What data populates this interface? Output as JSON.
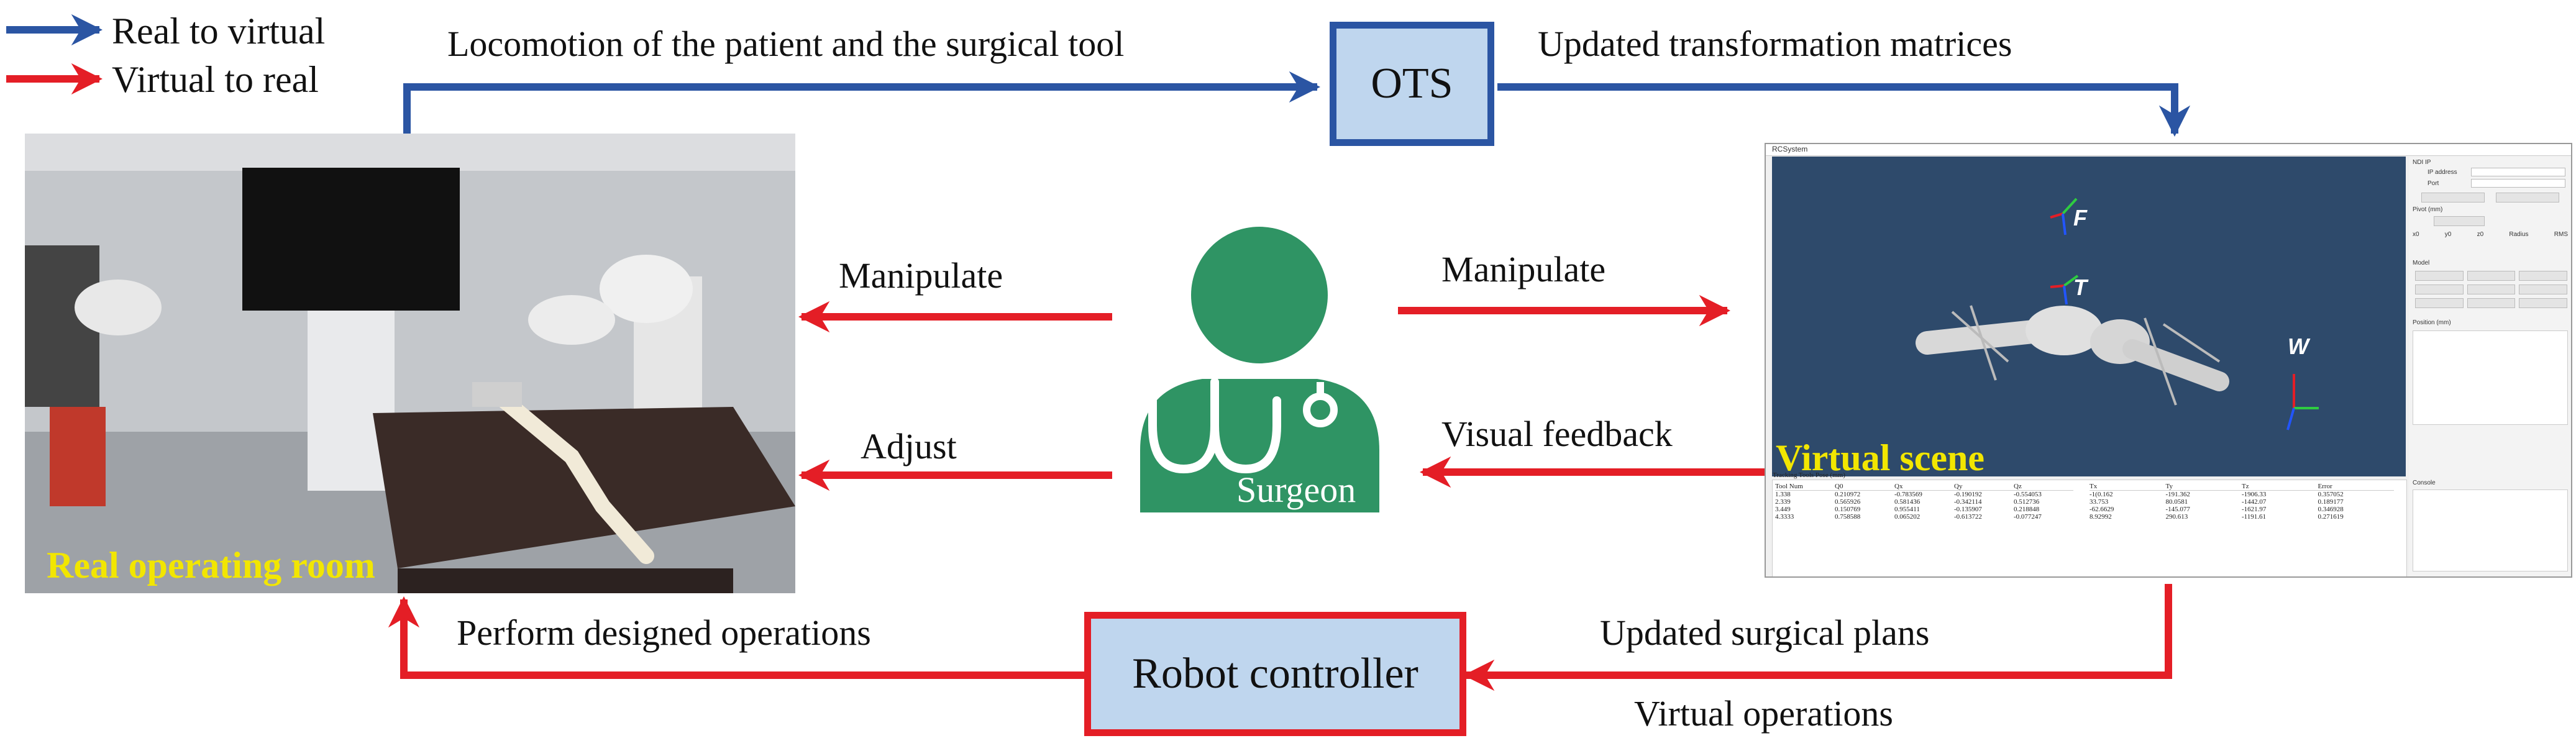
{
  "legend": {
    "real_to_virtual": "Real to virtual",
    "virtual_to_real": "Virtual to real"
  },
  "colors": {
    "blue_arrow": "#2b55a3",
    "red_arrow": "#e41e26",
    "box_fill": "#bfd6ee",
    "surgeon_green": "#2f9464",
    "scene_bg": "#2e4a6b",
    "label_yellow": "#f2e600"
  },
  "labels": {
    "locomotion": "Locomotion of the patient and the surgical tool",
    "updated_matrices": "Updated transformation matrices",
    "manipulate_left": "Manipulate",
    "manipulate_right": "Manipulate",
    "adjust": "Adjust",
    "visual_feedback": "Visual feedback",
    "perform_ops": "Perform designed operations",
    "updated_plans": "Updated surgical plans",
    "virtual_ops": "Virtual operations"
  },
  "boxes": {
    "ots": "OTS",
    "robot_controller": "Robot controller"
  },
  "surgeon": {
    "label": "Surgeon"
  },
  "photo": {
    "caption": "Real operating room"
  },
  "virtual": {
    "caption": "Virtual scene",
    "frames": [
      "F",
      "T",
      "W"
    ],
    "window_title": "RCSystem",
    "panel": {
      "ndi_ip": "NDI IP",
      "ip_address": "IP address",
      "port": "Port",
      "pivot": "Pivot (mm)",
      "pivot_cols": [
        "x0",
        "y0",
        "z0",
        "Radius",
        "RMS"
      ],
      "model": "Model",
      "position": "Position (mm)",
      "console": "Console"
    },
    "table": {
      "title": "Tracking Tools Pose (mm)",
      "headers": [
        "Tool Num",
        "Q0",
        "Qx",
        "Qy",
        "Qz"
      ],
      "rows": [
        [
          "1.338",
          "0.210972",
          "-0.783569",
          "-0.190192",
          "-0.554053"
        ],
        [
          "2.339",
          "0.565926",
          "0.581436",
          "-0.342114",
          "0.512736"
        ],
        [
          "3.449",
          "0.150769",
          "0.955411",
          "-0.135907",
          "0.218848"
        ],
        [
          "4.3333",
          "0.758588",
          "0.065202",
          "-0.613722",
          "-0.077247"
        ]
      ],
      "headers2": [
        "Tx",
        "Ty",
        "Tz",
        "Error"
      ],
      "rows2": [
        [
          "-1(0.162",
          "-191.362",
          "-1906.33",
          "0.357052"
        ],
        [
          "33.753",
          "80.0581",
          "-1442.07",
          "0.189177"
        ],
        [
          "-62.6629",
          "-145.077",
          "-1621.97",
          "0.346928"
        ],
        [
          "8.92992",
          "290.613",
          "-1191.61",
          "0.271619"
        ]
      ]
    }
  }
}
